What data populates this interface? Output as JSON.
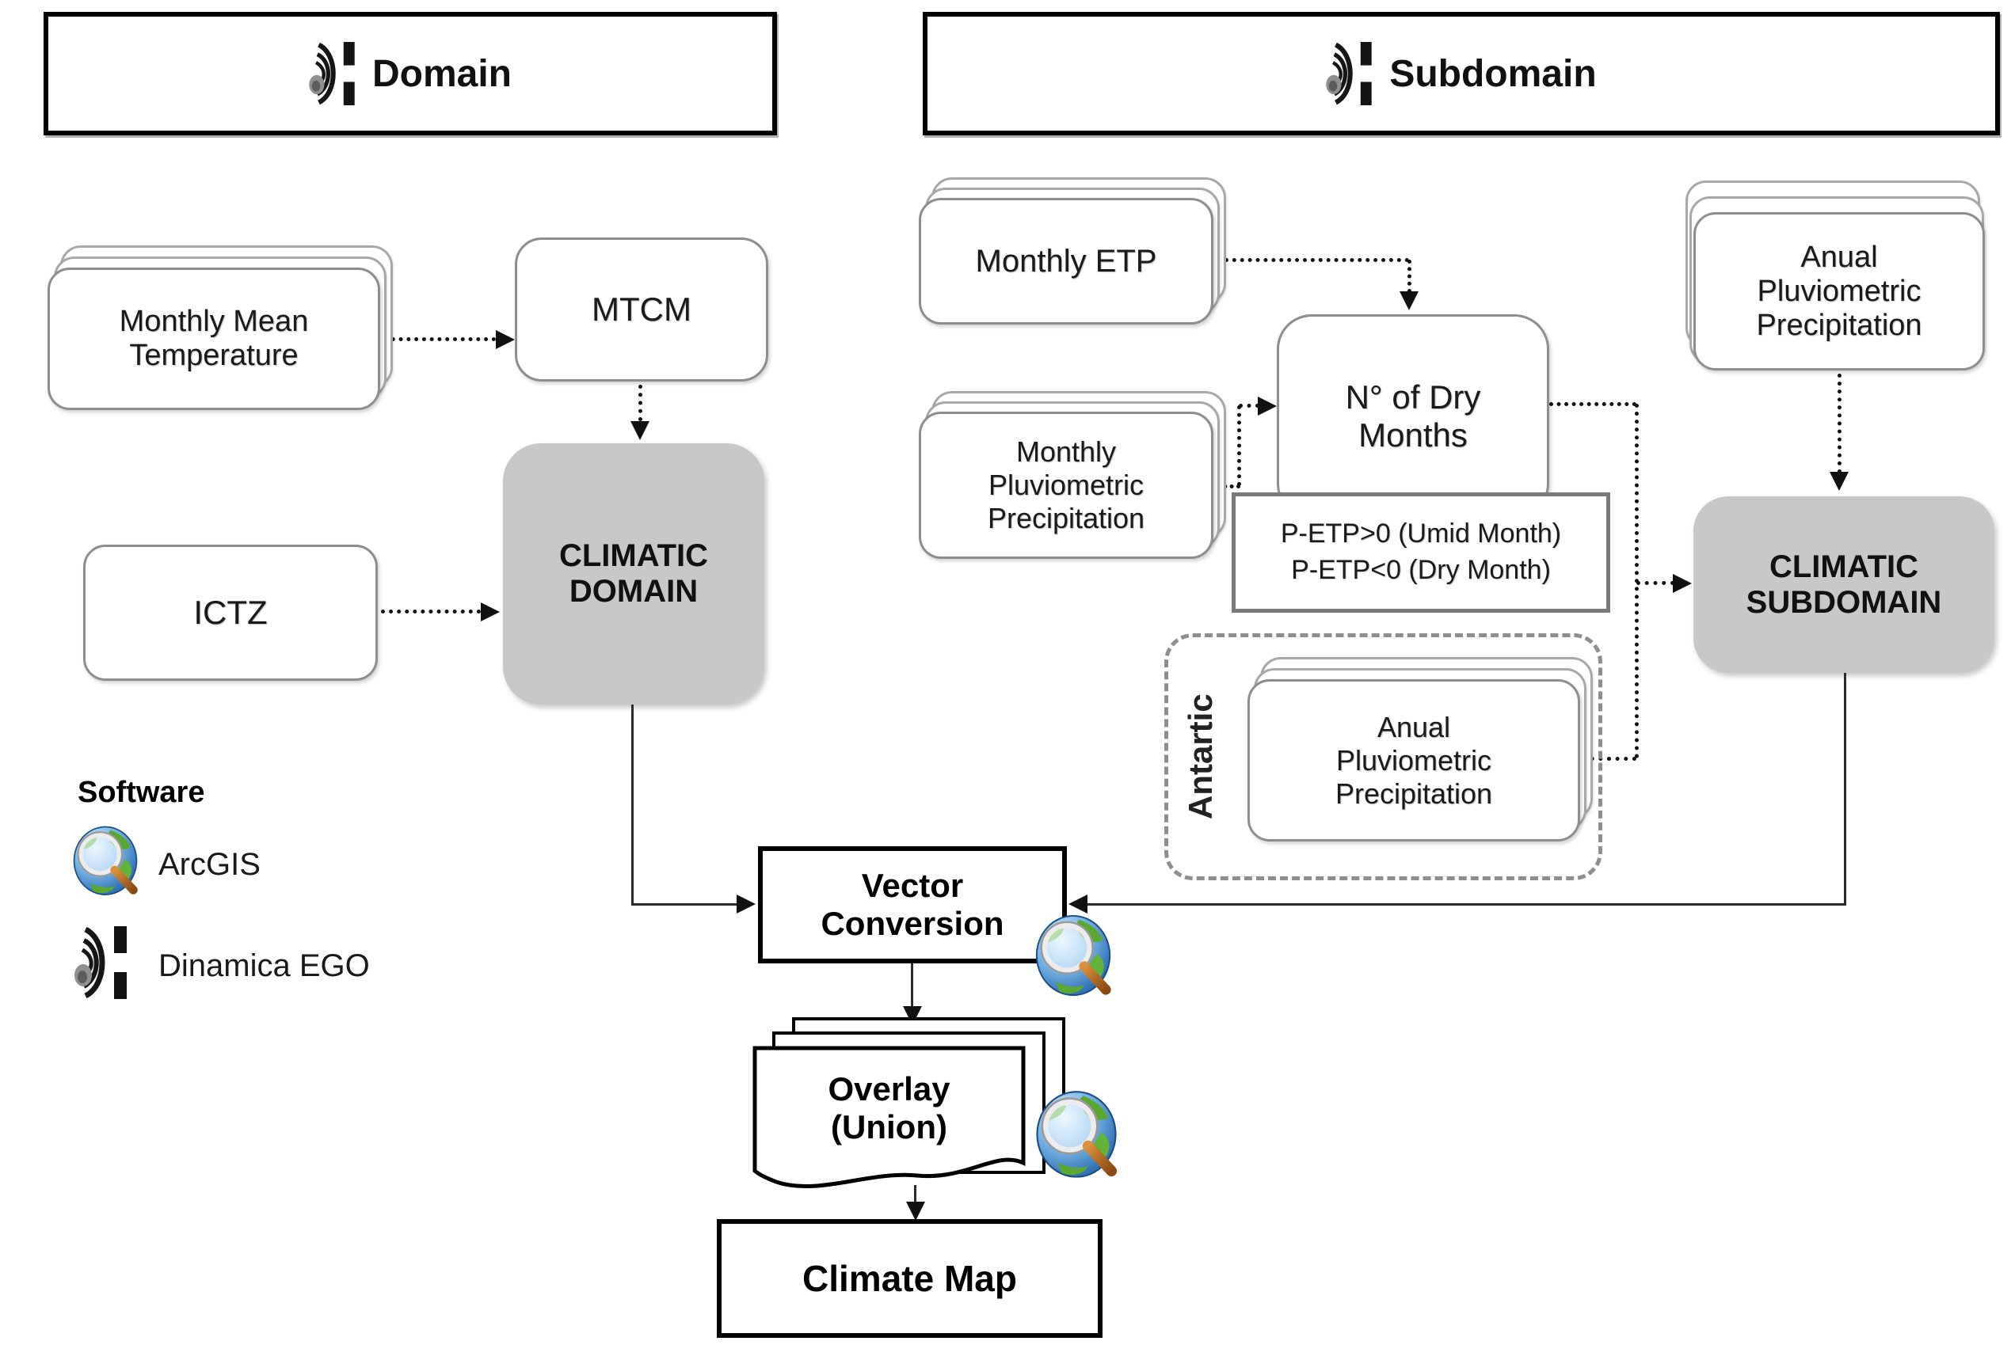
{
  "headers": {
    "domain": "Domain",
    "subdomain": "Subdomain"
  },
  "nodes": {
    "mmt": "Monthly Mean Temperature",
    "mtcm": "MTCM",
    "climatic_domain": "CLIMATIC DOMAIN",
    "ictz": "ICTZ",
    "monthly_etp": "Monthly ETP",
    "n_dry_months": "N° of Dry Months",
    "petp_line1": "P-ETP>0 (Umid Month)",
    "petp_line2": "P-ETP<0 (Dry Month)",
    "mpp": "Monthly Pluviometric Precipitation",
    "antartic": "Antartic",
    "anual_pp_antartic": "Anual Pluviometric Precipitation",
    "anual_pp": "Anual Pluviometric Precipitation",
    "climatic_subdomain": "CLIMATIC SUBDOMAIN",
    "vector_conversion": "Vector Conversion",
    "overlay_union": "Overlay (Union)",
    "climate_map": "Climate Map"
  },
  "legend": {
    "title": "Software",
    "items": [
      {
        "icon": "arcgis-globe-icon",
        "label": "ArcGIS"
      },
      {
        "icon": "dinamica-ego-icon",
        "label": "Dinamica EGO"
      }
    ]
  },
  "colors": {
    "emphasis_fill": "#c8c8c8",
    "node_border": "#8e8e8e",
    "header_border": "#000000",
    "line": "#1a1a1a",
    "dashed_group_border": "#8e8e8e"
  },
  "edges": [
    {
      "from": "Monthly Mean Temperature",
      "to": "MTCM",
      "style": "dotted"
    },
    {
      "from": "MTCM",
      "to": "CLIMATIC DOMAIN",
      "style": "dotted"
    },
    {
      "from": "ICTZ",
      "to": "CLIMATIC DOMAIN",
      "style": "dotted"
    },
    {
      "from": "Monthly ETP",
      "to": "N° of Dry Months",
      "style": "dotted"
    },
    {
      "from": "Monthly Pluviometric Precipitation",
      "to": "N° of Dry Months",
      "style": "dotted"
    },
    {
      "from": "N° of Dry Months",
      "to": "CLIMATIC SUBDOMAIN",
      "style": "dotted"
    },
    {
      "from": "Anual Pluviometric Precipitation (Antartic)",
      "to": "CLIMATIC SUBDOMAIN",
      "style": "dotted"
    },
    {
      "from": "Anual Pluviometric Precipitation",
      "to": "CLIMATIC SUBDOMAIN",
      "style": "dotted"
    },
    {
      "from": "CLIMATIC DOMAIN",
      "to": "Vector Conversion",
      "style": "solid"
    },
    {
      "from": "CLIMATIC SUBDOMAIN",
      "to": "Vector Conversion",
      "style": "solid"
    },
    {
      "from": "Vector Conversion",
      "to": "Overlay (Union)",
      "style": "solid"
    },
    {
      "from": "Overlay (Union)",
      "to": "Climate Map",
      "style": "solid"
    }
  ]
}
